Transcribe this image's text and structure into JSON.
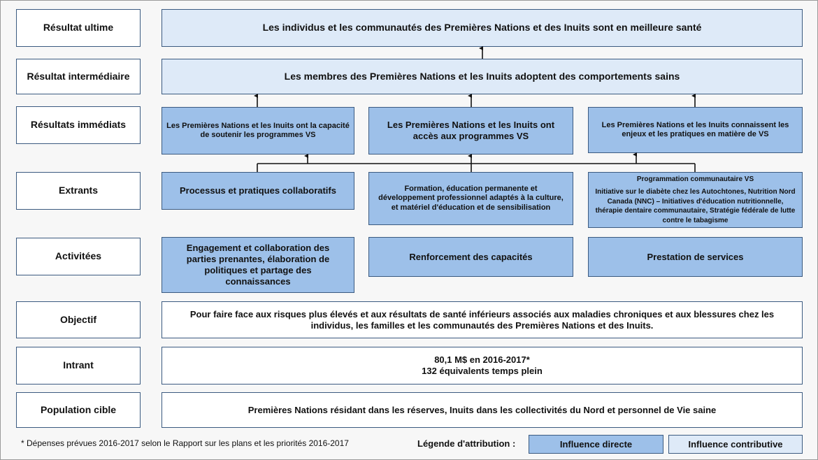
{
  "rows": {
    "ultimate": {
      "label": "Résultat ultime",
      "text": "Les individus et les communautés des Premières Nations et des Inuits sont en meilleure santé"
    },
    "intermediate": {
      "label": "Résultat intermédiaire",
      "text": "Les membres des Premières Nations et les Inuits adoptent des comportements sains"
    },
    "immediate": {
      "label": "Résultats immédiats",
      "boxes": [
        "Les Premières Nations et les Inuits ont la capacité de soutenir les programmes VS",
        "Les Premières Nations et les Inuits ont accès aux programmes VS",
        "Les Premières Nations et les Inuits connaissent les enjeux et les pratiques en matière de VS"
      ]
    },
    "outputs": {
      "label": "Extrants",
      "box1": "Processus et pratiques collaboratifs",
      "box2": "Formation, éducation permanente et développement professionnel adaptés à la culture, et matériel d'éducation et de sensibilisation",
      "box3_title": "Programmation communautaire VS",
      "box3_text": "Initiative sur le diabète chez les Autochtones, Nutrition Nord Canada (NNC) – Initiatives d'éducation nutritionnelle, thérapie dentaire communautaire, Stratégie fédérale de lutte contre le tabagisme"
    },
    "activities": {
      "label": "Activitées",
      "boxes": [
        "Engagement et collaboration des parties prenantes, élaboration de politiques et partage des connaissances",
        "Renforcement des capacités",
        "Prestation de services"
      ]
    },
    "objective": {
      "label": "Objectif",
      "text": "Pour faire face aux risques plus élevés et aux résultats de santé inférieurs associés aux maladies chroniques et aux blessures chez les individus, les familles et les communautés des Premières Nations et des Inuits."
    },
    "input": {
      "label": "Intrant",
      "line1": "80,1 M$ en 2016-2017*",
      "line2": "132 équivalents temps plein"
    },
    "population": {
      "label": "Population cible",
      "text": "Premières Nations résidant dans les réserves, Inuits dans les collectivités du Nord et personnel de Vie saine"
    }
  },
  "footnote": "* Dépenses prévues 2016-2017 selon le Rapport sur les plans et les priorités 2016-2017",
  "legend": {
    "label": "Légende d'attribution :",
    "direct": "Influence directe",
    "contributive": "Influence contributive"
  },
  "colors": {
    "direct": "#9dc0e9",
    "contributive": "#deeaf8",
    "border": "#3b5a80"
  }
}
